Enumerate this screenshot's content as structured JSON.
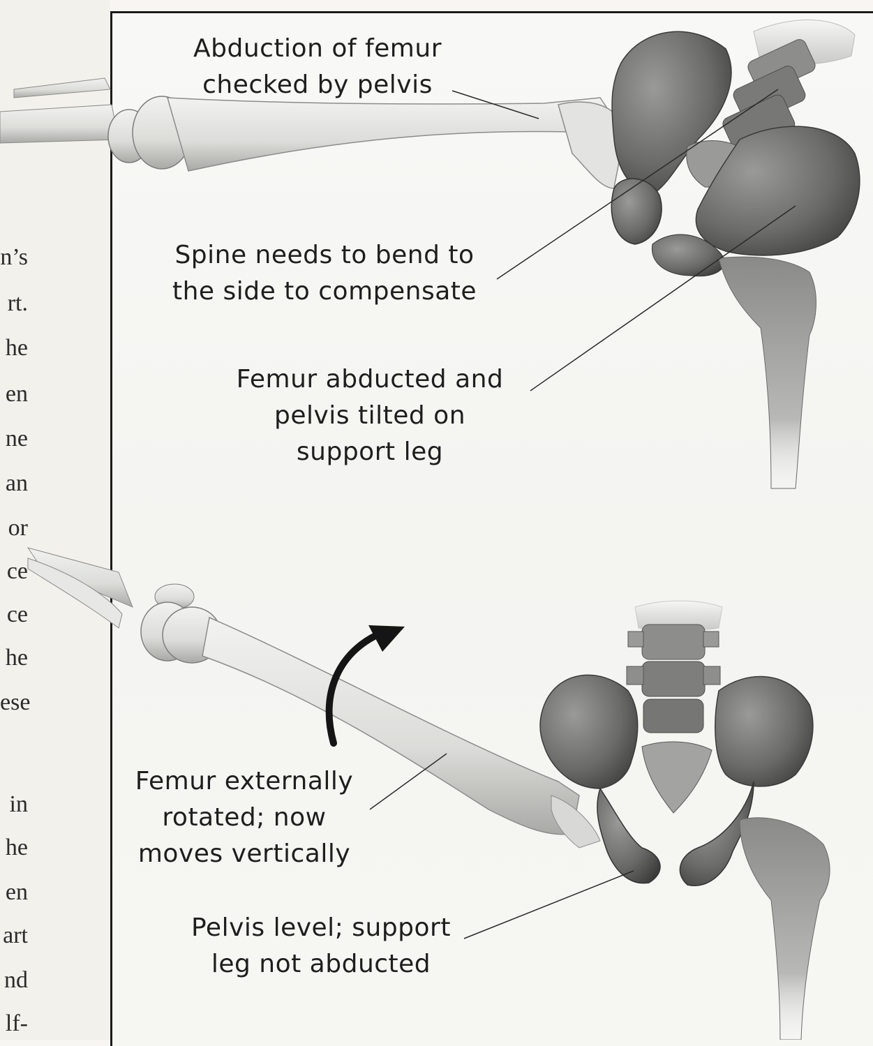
{
  "side_text_fragments": [
    "n’s",
    "rt.",
    "he",
    "en",
    "ne",
    "an",
    "or",
    "ce",
    "ce",
    "he",
    "ese",
    "in",
    "he",
    "en",
    "art",
    "nd",
    "lf-"
  ],
  "labels": {
    "abduction": [
      "Abduction of femur",
      "checked by pelvis"
    ],
    "spine": [
      "Spine needs to bend to",
      "the side to compensate"
    ],
    "femur_abducted": [
      "Femur abducted and",
      "pelvis tilted on",
      "support leg"
    ],
    "femur_rotated": [
      "Femur externally",
      "rotated; now",
      "moves vertically"
    ],
    "pelvis_level": [
      "Pelvis level; support",
      "leg not abducted"
    ]
  },
  "icons": {
    "rotation_arrow": "curved-arrow-icon"
  },
  "colors": {
    "bone_dark": "#5e5e5e",
    "bone_mid": "#9c9c9c",
    "bone_light": "#e4e4e2",
    "frame_border": "#1b1b1b",
    "text": "#1e1e1e"
  }
}
